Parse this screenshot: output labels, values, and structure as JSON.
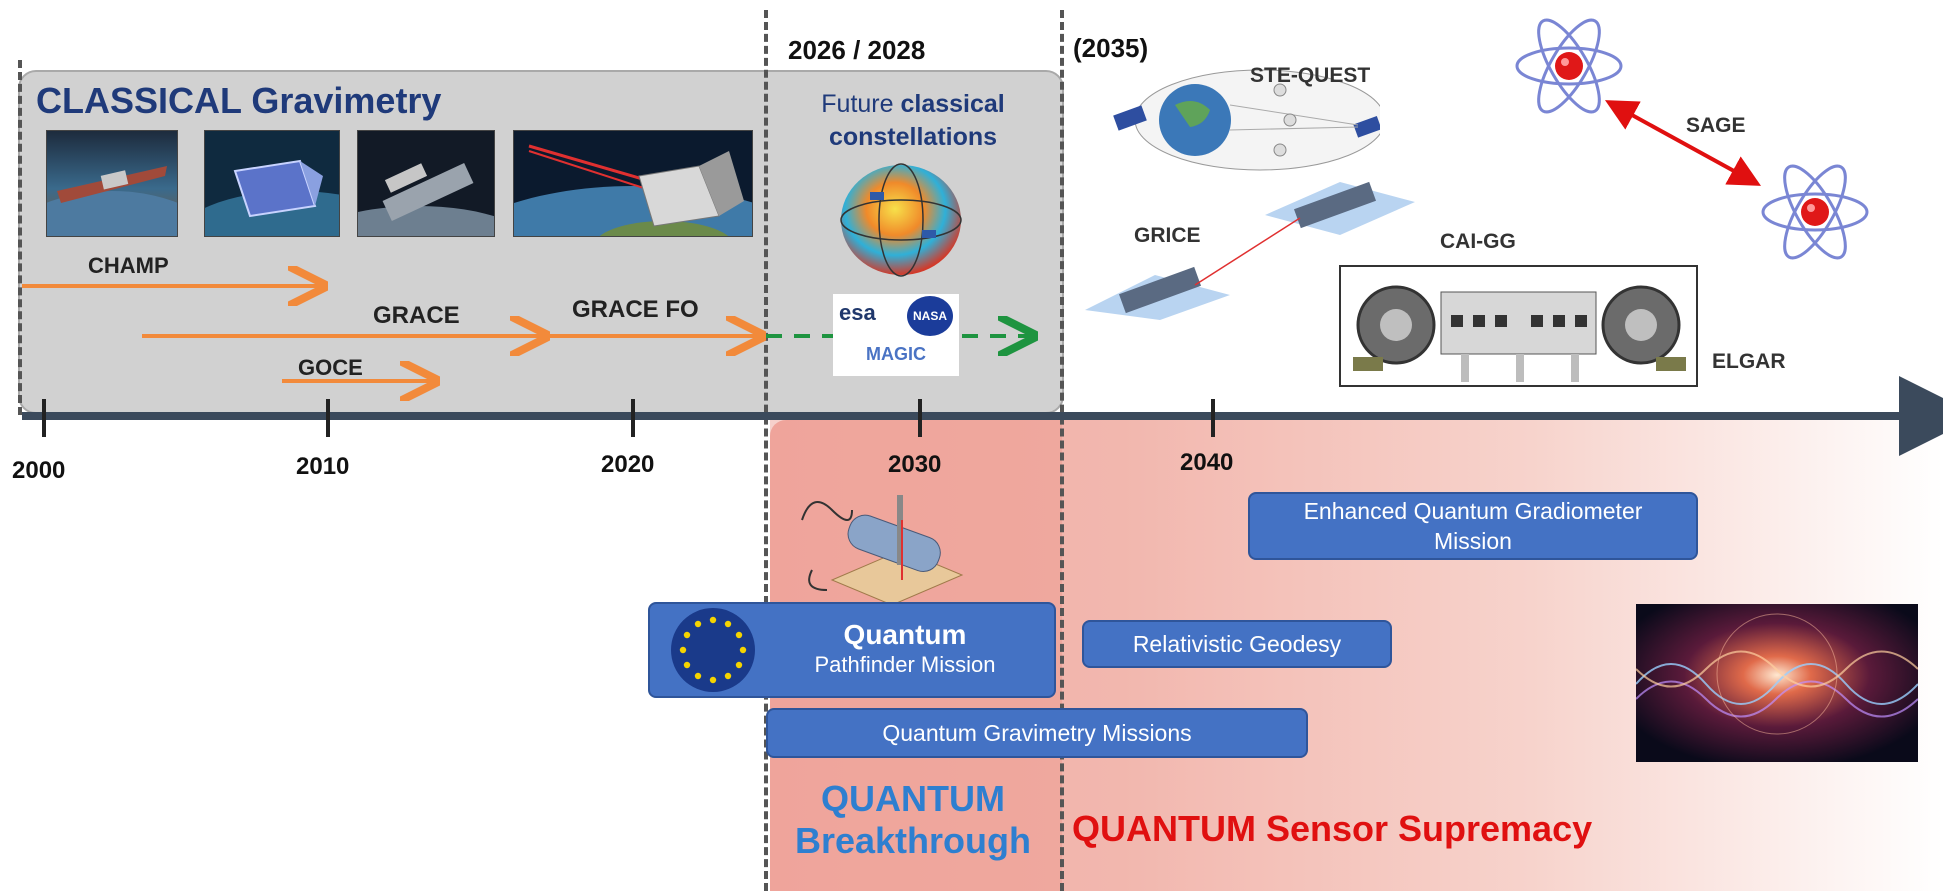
{
  "classical": {
    "title": "CLASSICAL Gravimetry"
  },
  "missions": {
    "champ": "CHAMP",
    "grace": "GRACE",
    "goce": "GOCE",
    "grace_fo": "GRACE FO"
  },
  "future": {
    "period": "2026 / 2028",
    "line1_prefix": "Future ",
    "line1_bold": "classical",
    "line2": "constellations",
    "agency1": "esa",
    "agency2": "NASA",
    "magic": "MAGIC"
  },
  "later": {
    "period": "(2035)",
    "ste_quest": "STE-QUEST",
    "grice": "GRICE",
    "cai_gg": "CAI-GG",
    "elgar": "ELGAR",
    "sage": "SAGE"
  },
  "timeline": {
    "years": [
      "2000",
      "2010",
      "2020",
      "2030",
      "2040"
    ]
  },
  "quantum": {
    "enhanced": "Enhanced Quantum Gradiometer Mission",
    "relativistic": "Relativistic Geodesy",
    "pathfinder_title": "Quantum",
    "pathfinder_sub": "Pathfinder Mission",
    "gravimetry": "Quantum Gravimetry Missions",
    "breakthrough_line1": "QUANTUM",
    "breakthrough_line2": "Breakthrough",
    "supremacy": "QUANTUM Sensor Supremacy"
  },
  "colors": {
    "classical_title": "#1f3a7a",
    "arrow_orange": "#f28a3b",
    "arrow_green": "#1e9440",
    "box_blue": "#4472c4",
    "breakthrough_text": "#2e7fd0",
    "supremacy_text": "#e01010",
    "axis": "#3b4a5c"
  }
}
